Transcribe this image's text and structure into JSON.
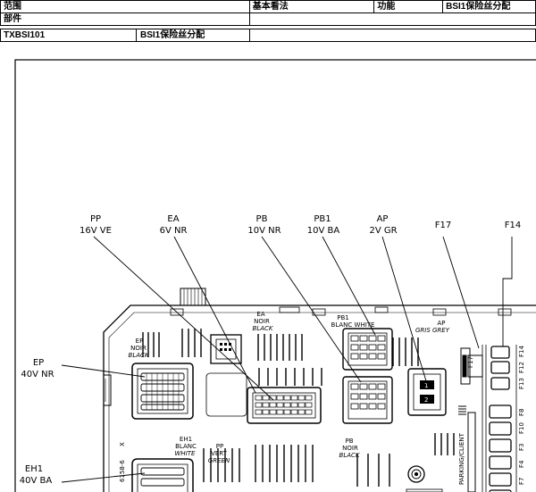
{
  "header": {
    "row1": {
      "range_label": "范围",
      "basic_view": "基本看法",
      "function_label": "功能",
      "function_value": "BSI1保险丝分配"
    },
    "row2": {
      "component_label": "部件"
    },
    "row3": {
      "code": "TXBSI101",
      "name": "BSI1保险丝分配"
    }
  },
  "callouts": {
    "pp": {
      "name": "PP",
      "spec": "16V VE"
    },
    "ea": {
      "name": "EA",
      "spec": "6V NR"
    },
    "pb": {
      "name": "PB",
      "spec": "10V NR"
    },
    "pb1": {
      "name": "PB1",
      "spec": "10V BA"
    },
    "ap": {
      "name": "AP",
      "spec": "2V GR"
    },
    "f17": {
      "name": "F17"
    },
    "f14": {
      "name": "F14"
    },
    "ep": {
      "name": "EP",
      "spec": "40V NR"
    },
    "eh1": {
      "name": "EH1",
      "spec": "40V BA"
    }
  },
  "board_labels": {
    "ea": {
      "l1": "EA",
      "l2": "NOIR",
      "l3": "BLACK"
    },
    "pb1": {
      "l1": "PB1",
      "l2": "BLANC WHITE"
    },
    "ap": {
      "l1": "AP",
      "l2": "GRIS GREY"
    },
    "ep": {
      "l1": "EP",
      "l2": "NOIR",
      "l3": "BLACK"
    },
    "eh1": {
      "l1": "EH1",
      "l2": "BLANC",
      "l3": "WHITE"
    },
    "pp": {
      "l1": "PP",
      "l2": "VERT",
      "l3": "GREEN"
    },
    "pb": {
      "l1": "PB",
      "l2": "NOIR",
      "l3": "BLACK"
    },
    "pin_1": "1",
    "pin_2": "2",
    "side_code": "6158-6",
    "x_mark": "X",
    "parking_client": "PARKING/CLIENT",
    "fuse_f17": "F17",
    "fuse_f14": "F14",
    "fuse_f12": "F12",
    "fuse_f13": "F13",
    "fuse_f8": "F8",
    "fuse_f10": "F10",
    "fuse_f3": "F3",
    "fuse_f4": "F4",
    "fuse_f7": "F7"
  }
}
